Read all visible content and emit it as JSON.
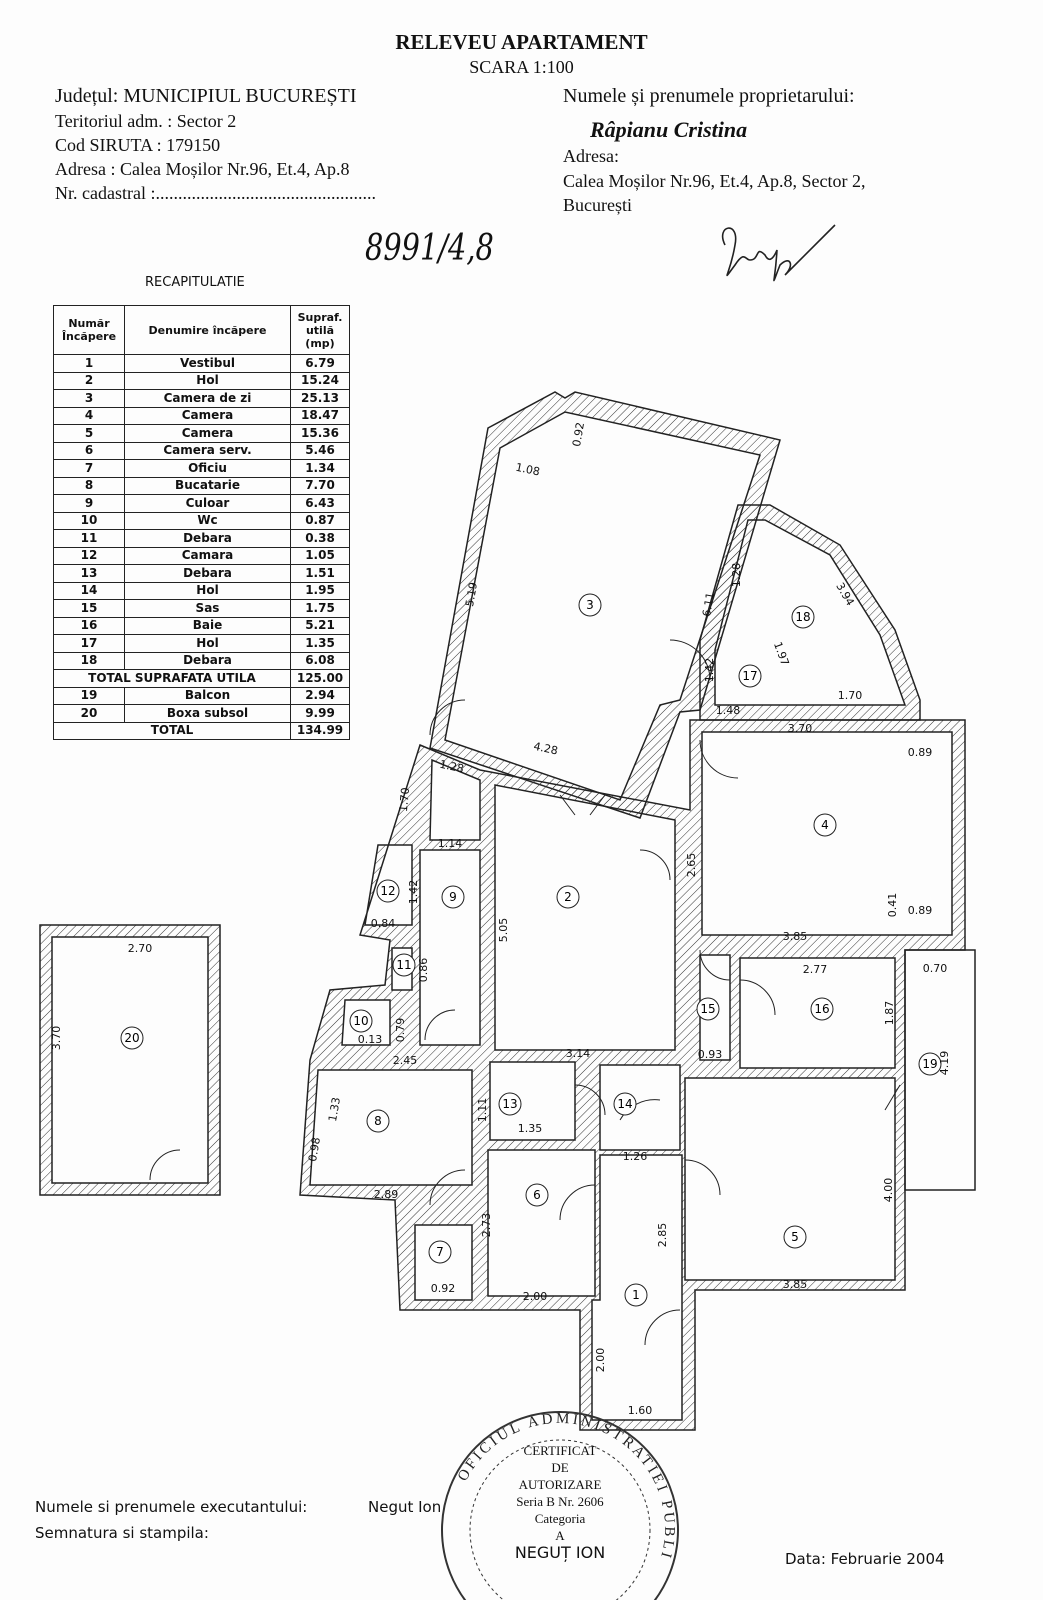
{
  "header": {
    "title": "RELEVEU APARTAMENT",
    "scale": "SCARA 1:100",
    "judet": "Județul: MUNICIPIUL BUCUREȘTI",
    "teritoriul": "Teritoriul adm. : Sector 2",
    "cod_siruta": "Cod  SIRUTA : 179150",
    "adresa": "Adresa :  Calea Moșilor Nr.96, Et.4, Ap.8",
    "nr_cadastral": "Nr. cadastral :.................................................",
    "owner_label": "Numele și prenumele proprietarului:",
    "owner_name": "Râpianu Cristina",
    "owner_address_label": "Adresa:",
    "owner_address_line1": "Calea Moșilor Nr.96, Et.4, Ap.8, Sector 2,",
    "owner_address_line2": "București",
    "handwritten_note": "8991/4,8"
  },
  "recap": {
    "title": "RECAPITULATIE",
    "columns": [
      "Număr Încăpere",
      "Denumire încăpere",
      "Supraf. utilă (mp)"
    ],
    "rows": [
      {
        "nr": "1",
        "name": "Vestibul",
        "area": "6.79"
      },
      {
        "nr": "2",
        "name": "Hol",
        "area": "15.24"
      },
      {
        "nr": "3",
        "name": "Camera de zi",
        "area": "25.13"
      },
      {
        "nr": "4",
        "name": "Camera",
        "area": "18.47"
      },
      {
        "nr": "5",
        "name": "Camera",
        "area": "15.36"
      },
      {
        "nr": "6",
        "name": "Camera serv.",
        "area": "5.46"
      },
      {
        "nr": "7",
        "name": "Oficiu",
        "area": "1.34"
      },
      {
        "nr": "8",
        "name": "Bucatarie",
        "area": "7.70"
      },
      {
        "nr": "9",
        "name": "Culoar",
        "area": "6.43"
      },
      {
        "nr": "10",
        "name": "Wc",
        "area": "0.87"
      },
      {
        "nr": "11",
        "name": "Debara",
        "area": "0.38"
      },
      {
        "nr": "12",
        "name": "Camara",
        "area": "1.05"
      },
      {
        "nr": "13",
        "name": "Debara",
        "area": "1.51"
      },
      {
        "nr": "14",
        "name": "Hol",
        "area": "1.95"
      },
      {
        "nr": "15",
        "name": "Sas",
        "area": "1.75"
      },
      {
        "nr": "16",
        "name": "Baie",
        "area": "5.21"
      },
      {
        "nr": "17",
        "name": "Hol",
        "area": "1.35"
      },
      {
        "nr": "18",
        "name": "Debara",
        "area": "6.08"
      }
    ],
    "total_util_label": "TOTAL SUPRAFATA UTILA",
    "total_util": "125.00",
    "extra_rows": [
      {
        "nr": "19",
        "name": "Balcon",
        "area": "2.94"
      },
      {
        "nr": "20",
        "name": "Boxa subsol",
        "area": "9.99"
      }
    ],
    "total_label": "TOTAL",
    "total": "134.99"
  },
  "plan": {
    "room_numbers": [
      "1",
      "2",
      "3",
      "4",
      "5",
      "6",
      "7",
      "8",
      "9",
      "10",
      "11",
      "12",
      "13",
      "14",
      "15",
      "16",
      "17",
      "18",
      "19",
      "20"
    ],
    "dimensions": [
      "1.08",
      "0.92",
      "5.19",
      "6.11",
      "1.28",
      "3.94",
      "1.97",
      "1.42",
      "1.48",
      "1.70",
      "3.70",
      "0.89",
      "4.28",
      "1.28",
      "1.70",
      "1.14",
      "2.65",
      "0.41",
      "0.89",
      "1.42",
      "0.84",
      "5.05",
      "3.85",
      "2.77",
      "0.70",
      "0.86",
      "1.87",
      "4.19",
      "0.79",
      "0.13",
      "2.45",
      "3.14",
      "0.93",
      "1.33",
      "1.11",
      "1.35",
      "1.26",
      "4.00",
      "0.98",
      "2.89",
      "2.73",
      "2.85",
      "3.85",
      "0.92",
      "2.00",
      "2.00",
      "1.60",
      "2.70",
      "3.70"
    ]
  },
  "stamp": {
    "ring_text": "OFICIUL ADMINISTRATIEI PUBLICE",
    "line1": "CERTIFICAT",
    "line2": "DE",
    "line3": "AUTORIZARE",
    "line4": "Seria B Nr. 2606",
    "line5": "Categoria",
    "line6": "A",
    "line7": "NEGUȚ ION"
  },
  "footer": {
    "executant_label": "Numele si prenumele executantului:",
    "executant_name": "Negut Ion",
    "signature_label": "Semnatura si stampila:",
    "date": "Data:  Februarie 2004"
  }
}
